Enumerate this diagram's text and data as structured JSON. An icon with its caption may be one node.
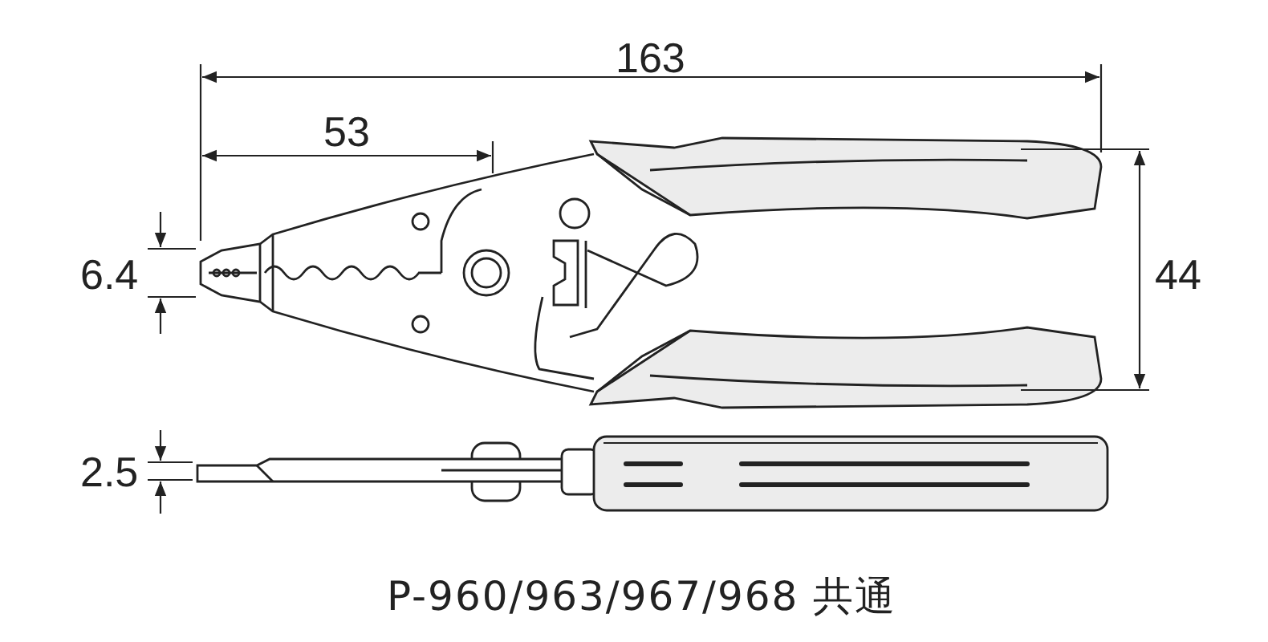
{
  "diagram": {
    "caption": "P-960/963/967/968 共通",
    "labels": [
      "163",
      "53",
      "6.4",
      "44",
      "2.5"
    ]
  }
}
